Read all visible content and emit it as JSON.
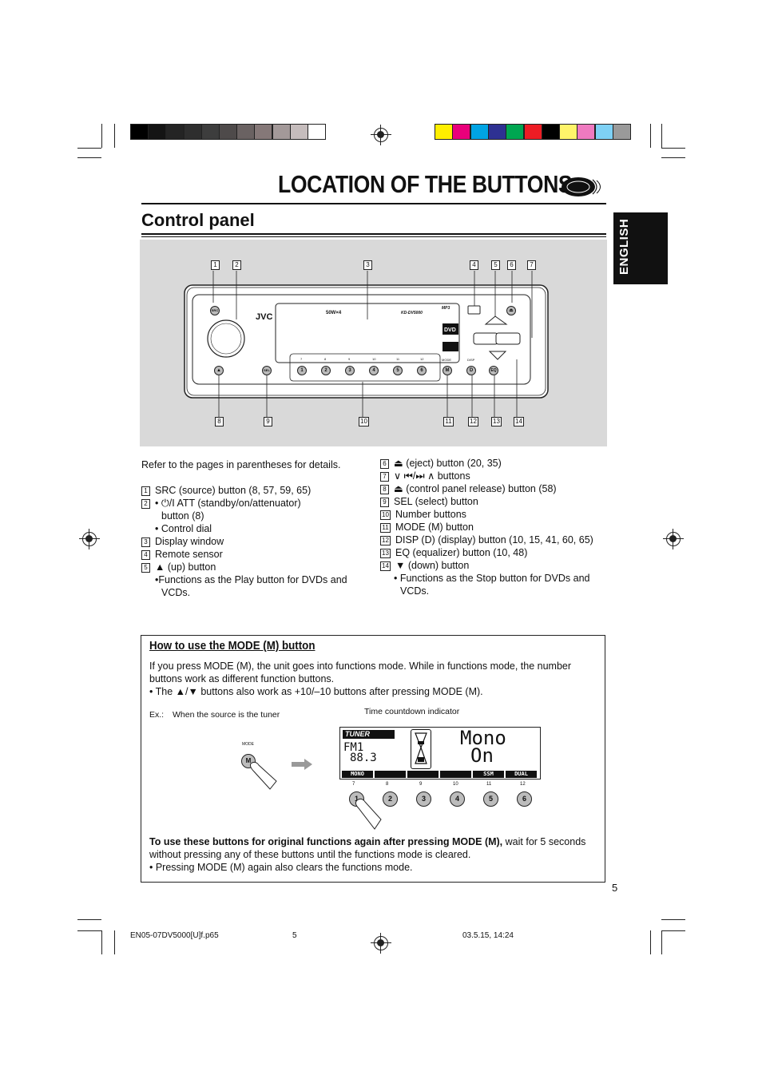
{
  "page_title": "LOCATION OF THE BUTTONS",
  "section_title": "Control panel",
  "side_tab": "ENGLISH",
  "swatches_gray": [
    "#000000",
    "#141414",
    "#242424",
    "#2e2e2e",
    "#3d3d3d",
    "#4e4a4a",
    "#6a6262",
    "#857878",
    "#a39999",
    "#c5bcbc",
    "#ffffff"
  ],
  "swatches_color": [
    "#ffef00",
    "#e9007b",
    "#00a4e4",
    "#2e3192",
    "#00a651",
    "#ed1c24",
    "#000000",
    "#fff46a",
    "#ef7ac0",
    "#7ed1f5",
    "#9a9a9a"
  ],
  "diagram": {
    "callouts_top": [
      "1",
      "2",
      "3",
      "4",
      "5",
      "6",
      "7"
    ],
    "callouts_bottom": [
      "8",
      "9",
      "10",
      "11",
      "12",
      "13",
      "14"
    ],
    "device_brand": "JVC",
    "device_power": "50W×4",
    "device_model": "KD-DV5000",
    "number_buttons": [
      "1",
      "2",
      "3",
      "4",
      "5",
      "6"
    ],
    "number_labels": [
      "7",
      "8",
      "9",
      "10",
      "11",
      "12"
    ],
    "btn_src": "SRC",
    "btn_sel": "SEL",
    "btn_mode": "M",
    "btn_disp": "D",
    "btn_eq": "EQ",
    "label_mode": "MODE",
    "label_disp": "DISP",
    "dvd_logo": "DVD",
    "mp3_logo": "MP3"
  },
  "intro": "Refer to the pages in parentheses for details.",
  "list_left": [
    {
      "n": "1",
      "text": "SRC (source) button (8, 57, 59, 65)"
    },
    {
      "n": "2",
      "text": "•  ⏻/I ATT  (standby/on/attenuator)"
    },
    {
      "n": "",
      "text": "button (8)"
    },
    {
      "n": "",
      "text": "• Control dial"
    },
    {
      "n": "3",
      "text": "Display window"
    },
    {
      "n": "4",
      "text": "Remote sensor"
    },
    {
      "n": "5",
      "text": "▲ (up) button"
    },
    {
      "n": "",
      "text": "•Functions as the Play button for DVDs and"
    },
    {
      "n": "",
      "text": "VCDs."
    }
  ],
  "list_right": [
    {
      "n": "6",
      "text": "⏏ (eject) button (20, 35)"
    },
    {
      "n": "7",
      "text": "∨  ⏮/⏭  ∧  buttons"
    },
    {
      "n": "8",
      "text": "⏏  (control panel release) button (58)"
    },
    {
      "n": "9",
      "text": "SEL (select) button"
    },
    {
      "n": "10",
      "text": "Number buttons"
    },
    {
      "n": "11",
      "text": "MODE (M) button"
    },
    {
      "n": "12",
      "text": "DISP (D) (display) button (10, 15, 41, 60, 65)"
    },
    {
      "n": "13",
      "text": "EQ (equalizer) button (10, 48)"
    },
    {
      "n": "14",
      "text": "▼ (down) button"
    },
    {
      "n": "",
      "text": "• Functions as the Stop button for DVDs and"
    },
    {
      "n": "",
      "text": "VCDs."
    }
  ],
  "howto": {
    "heading": "How to use the MODE (M) button",
    "para1_line1": "If you press MODE (M), the unit goes into functions mode. While in functions mode, the number",
    "para1_line2": "buttons work as different function buttons.",
    "bullet1": "•  The ▲/▼ buttons also work as +10/–10 buttons after pressing MODE (M).",
    "ex_label": "Ex.:",
    "ex_text": "When the source is the tuner",
    "countdown_label": "Time countdown indicator",
    "mode_label": "MODE",
    "mode_btn": "M",
    "lcd": {
      "source": "TUNER",
      "band": "FM1",
      "freq": "88.3",
      "line1": "Mono",
      "line2": "On",
      "softkeys": [
        "MONO",
        "",
        "",
        "",
        "SSM",
        "DUAL"
      ]
    },
    "numbers_top": [
      "7",
      "8",
      "9",
      "10",
      "11",
      "12"
    ],
    "buttons": [
      "1",
      "2",
      "3",
      "4",
      "5",
      "6"
    ],
    "bold_lead": "To use these buttons for original functions again after pressing MODE (M),",
    "para2_rest": " wait for 5 seconds",
    "para2_line2": "without pressing any of these buttons until the functions mode is cleared.",
    "bullet2": "•  Pressing MODE (M) again also clears the functions mode."
  },
  "page_number": "5",
  "footer": {
    "file": "EN05-07DV5000[U]f.p65",
    "page": "5",
    "date": "03.5.15, 14:24"
  }
}
